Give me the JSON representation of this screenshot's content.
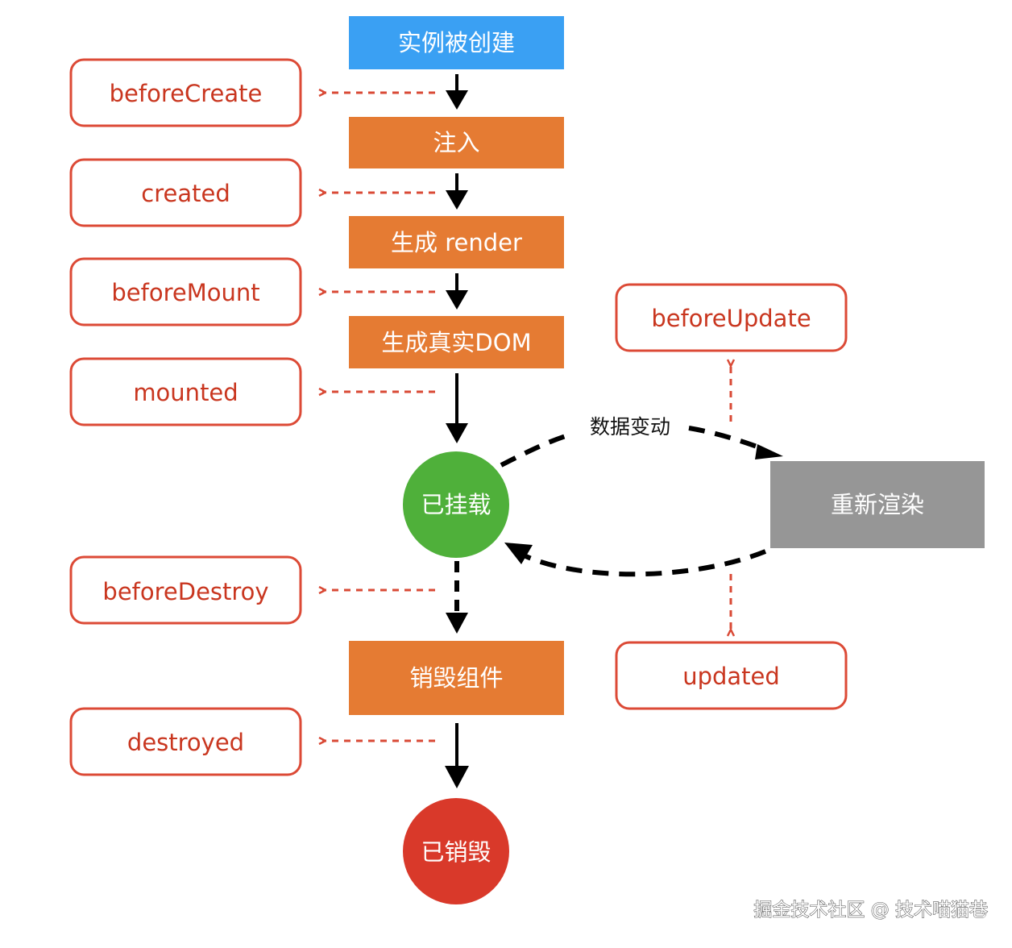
{
  "flow": {
    "steps": {
      "instance_created": "实例被创建",
      "inject": "注入",
      "generate_render": "生成 render",
      "generate_dom": "生成真实DOM",
      "destroy_component": "销毁组件"
    },
    "states": {
      "mounted": "已挂载",
      "destroyed": "已销毁"
    },
    "rerender": "重新渲染",
    "data_change": "数据变动"
  },
  "hooks": {
    "before_create": "beforeCreate",
    "created": "created",
    "before_mount": "beforeMount",
    "mounted": "mounted",
    "before_update": "beforeUpdate",
    "updated": "updated",
    "before_destroy": "beforeDestroy",
    "destroyed": "destroyed"
  },
  "watermark": "掘金技术社区 @ 技术喵猫巷",
  "colors": {
    "blue_box": "#3aa0f3",
    "orange_box": "#e57b33",
    "gray_box": "#969696",
    "mounted_circle": "#4fb03a",
    "destroyed_circle": "#d9392a",
    "hook_border": "#dc4a36"
  }
}
